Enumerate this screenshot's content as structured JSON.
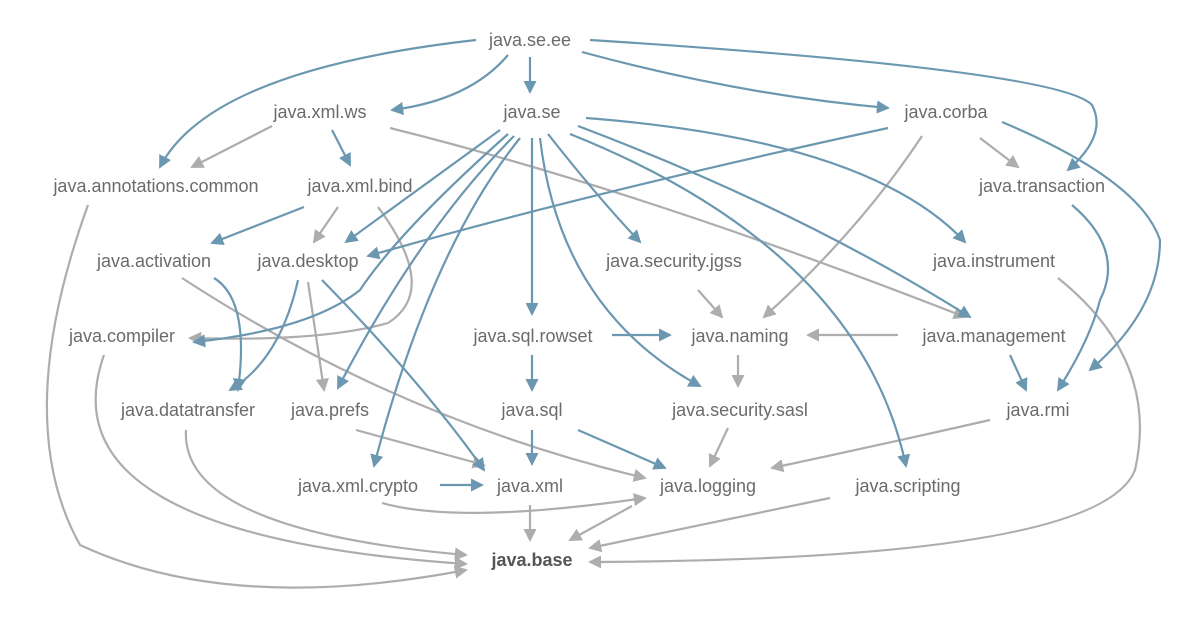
{
  "colors": {
    "requires_transitive": "#6b98b0",
    "requires": "#adadad",
    "text": "#6b6b6b"
  },
  "nodes": {
    "java_se_ee": "java.se.ee",
    "java_xml_ws": "java.xml.ws",
    "java_se": "java.se",
    "java_corba": "java.corba",
    "java_annotations_common": "java.annotations.common",
    "java_xml_bind": "java.xml.bind",
    "java_transaction": "java.transaction",
    "java_activation": "java.activation",
    "java_desktop": "java.desktop",
    "java_security_jgss": "java.security.jgss",
    "java_instrument": "java.instrument",
    "java_compiler": "java.compiler",
    "java_sql_rowset": "java.sql.rowset",
    "java_naming": "java.naming",
    "java_management": "java.management",
    "java_datatransfer": "java.datatransfer",
    "java_prefs": "java.prefs",
    "java_sql": "java.sql",
    "java_security_sasl": "java.security.sasl",
    "java_rmi": "java.rmi",
    "java_xml_crypto": "java.xml.crypto",
    "java_xml": "java.xml",
    "java_logging": "java.logging",
    "java_scripting": "java.scripting",
    "java_base": "java.base"
  }
}
